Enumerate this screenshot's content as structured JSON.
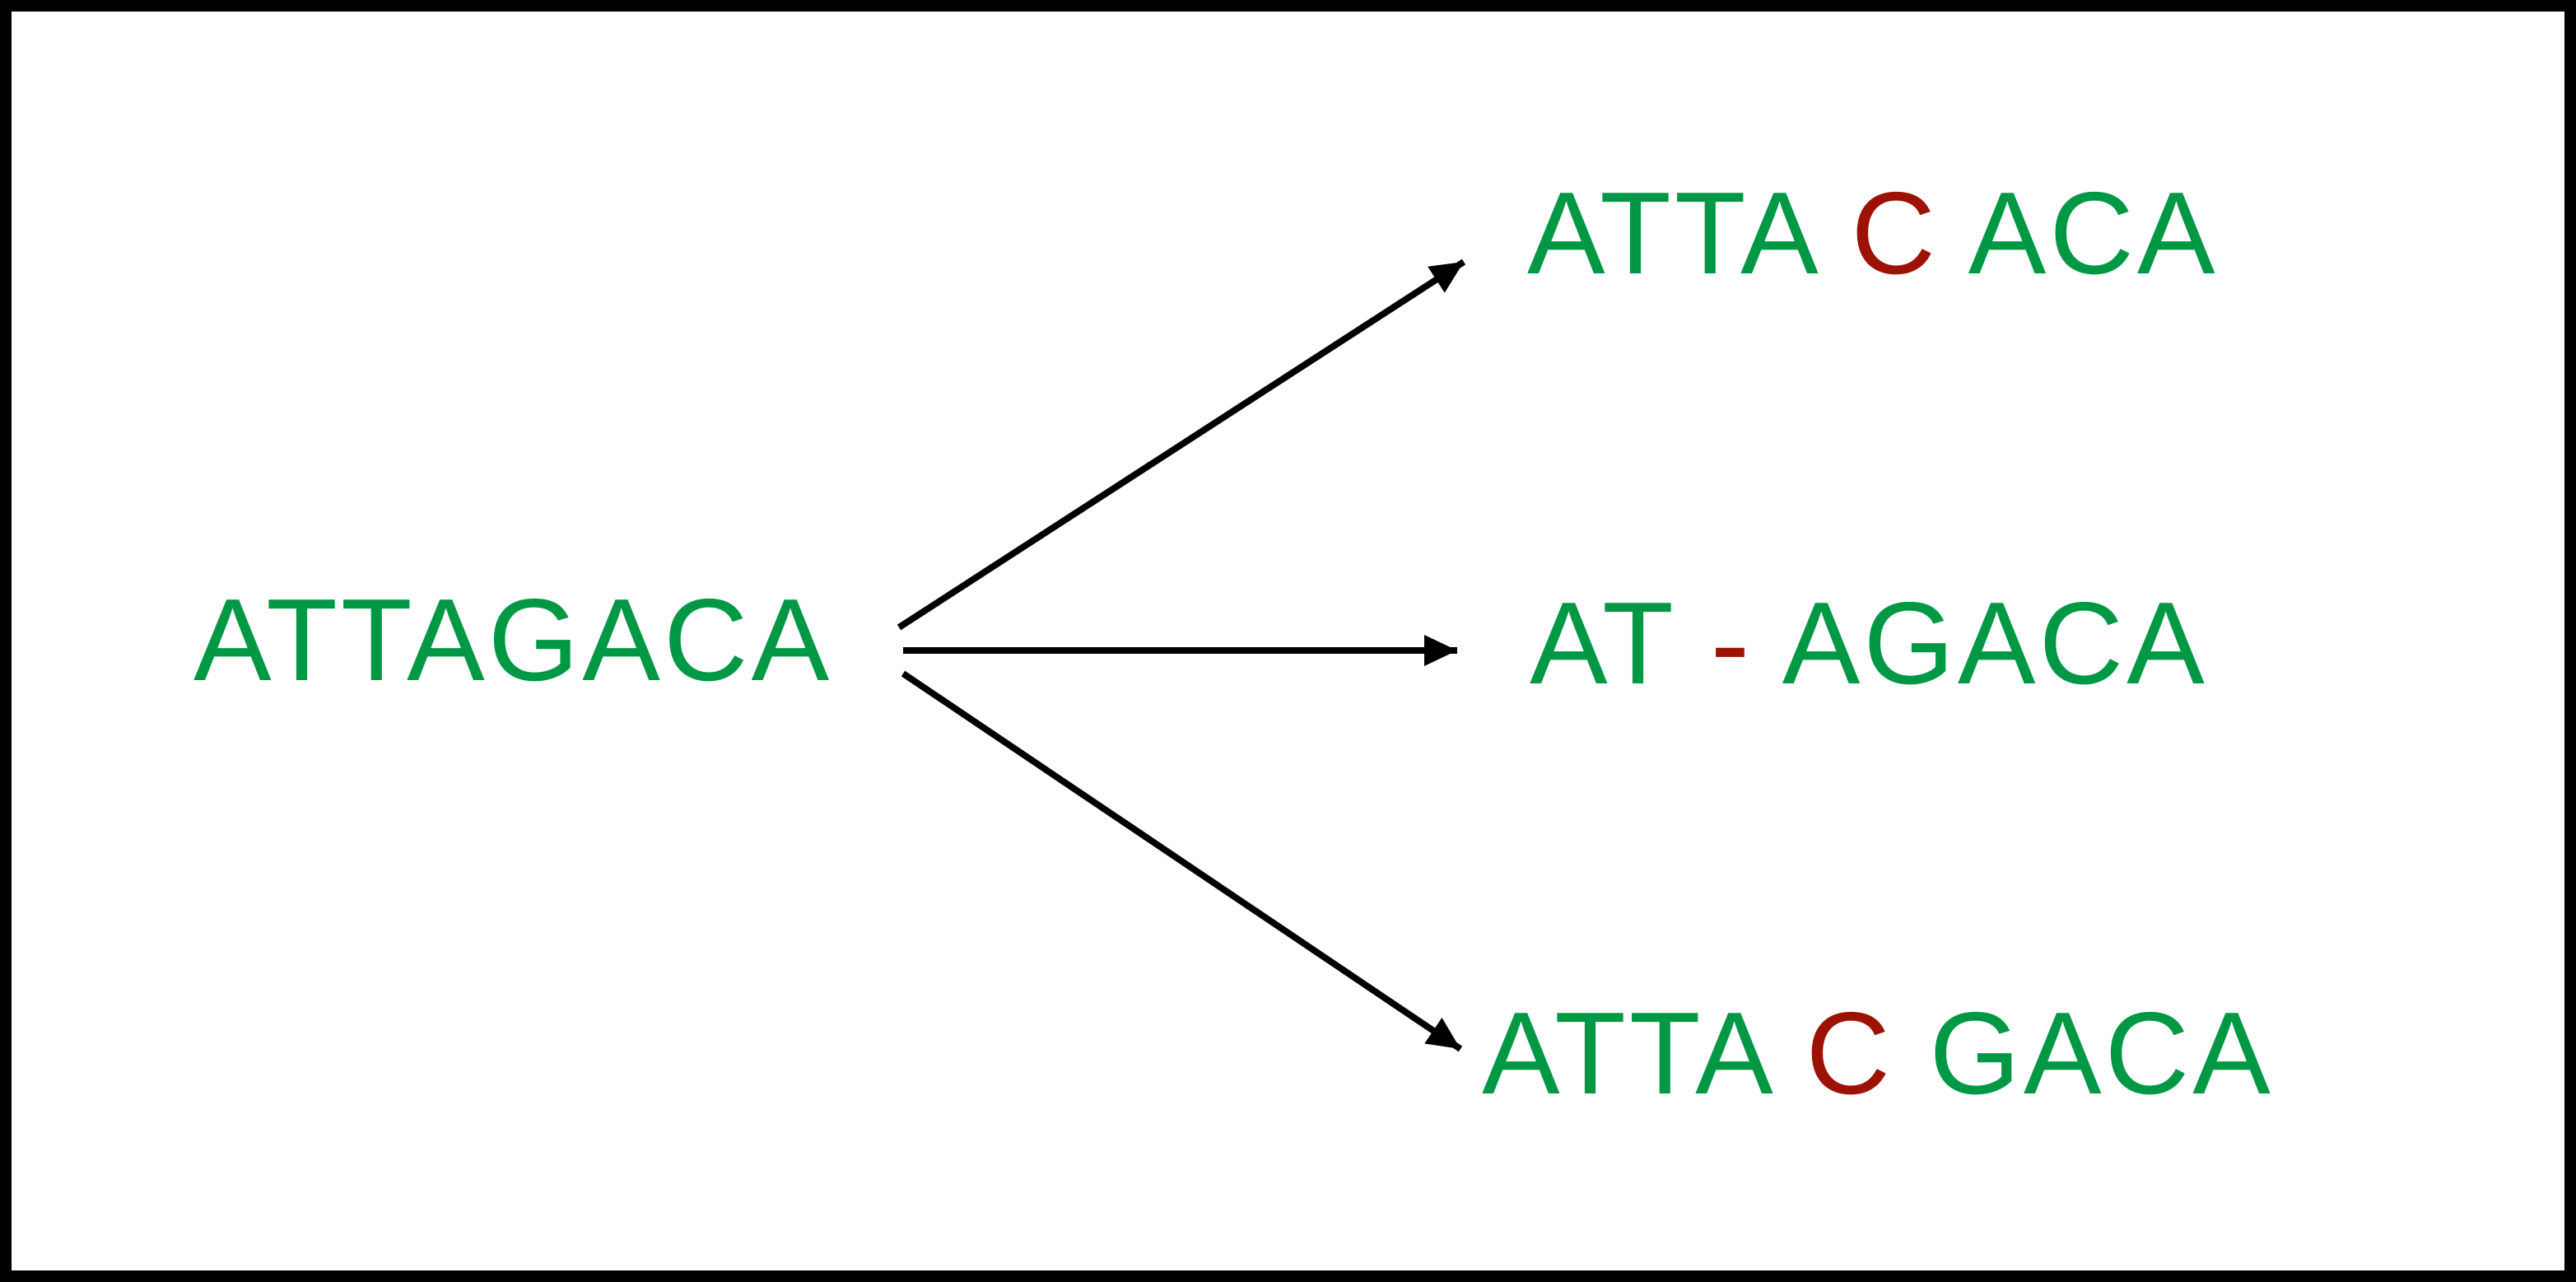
{
  "colors": {
    "green": "#009845",
    "red": "#9C1306",
    "arrow": "#000000",
    "border": "#000000",
    "background": "#FFFFFF"
  },
  "diagram": {
    "source_sequence": {
      "full_text": "ATTAGACA",
      "segments": [
        {
          "text": "ATTAGACA",
          "color": "green"
        }
      ]
    },
    "variant_sequences": [
      {
        "position": "top",
        "full_text": "ATTACACA",
        "segments": [
          {
            "text": "ATTA",
            "color": "green"
          },
          {
            "text": "C",
            "color": "red"
          },
          {
            "text": "ACA",
            "color": "green"
          }
        ]
      },
      {
        "position": "middle",
        "full_text": "AT-AGACA",
        "segments": [
          {
            "text": "AT",
            "color": "green"
          },
          {
            "text": "-",
            "color": "red"
          },
          {
            "text": "AGACA",
            "color": "green"
          }
        ]
      },
      {
        "position": "bottom",
        "full_text": "ATTACGACA",
        "segments": [
          {
            "text": "ATTA",
            "color": "green"
          },
          {
            "text": "C",
            "color": "red"
          },
          {
            "text": "GACA",
            "color": "green"
          }
        ]
      }
    ]
  }
}
